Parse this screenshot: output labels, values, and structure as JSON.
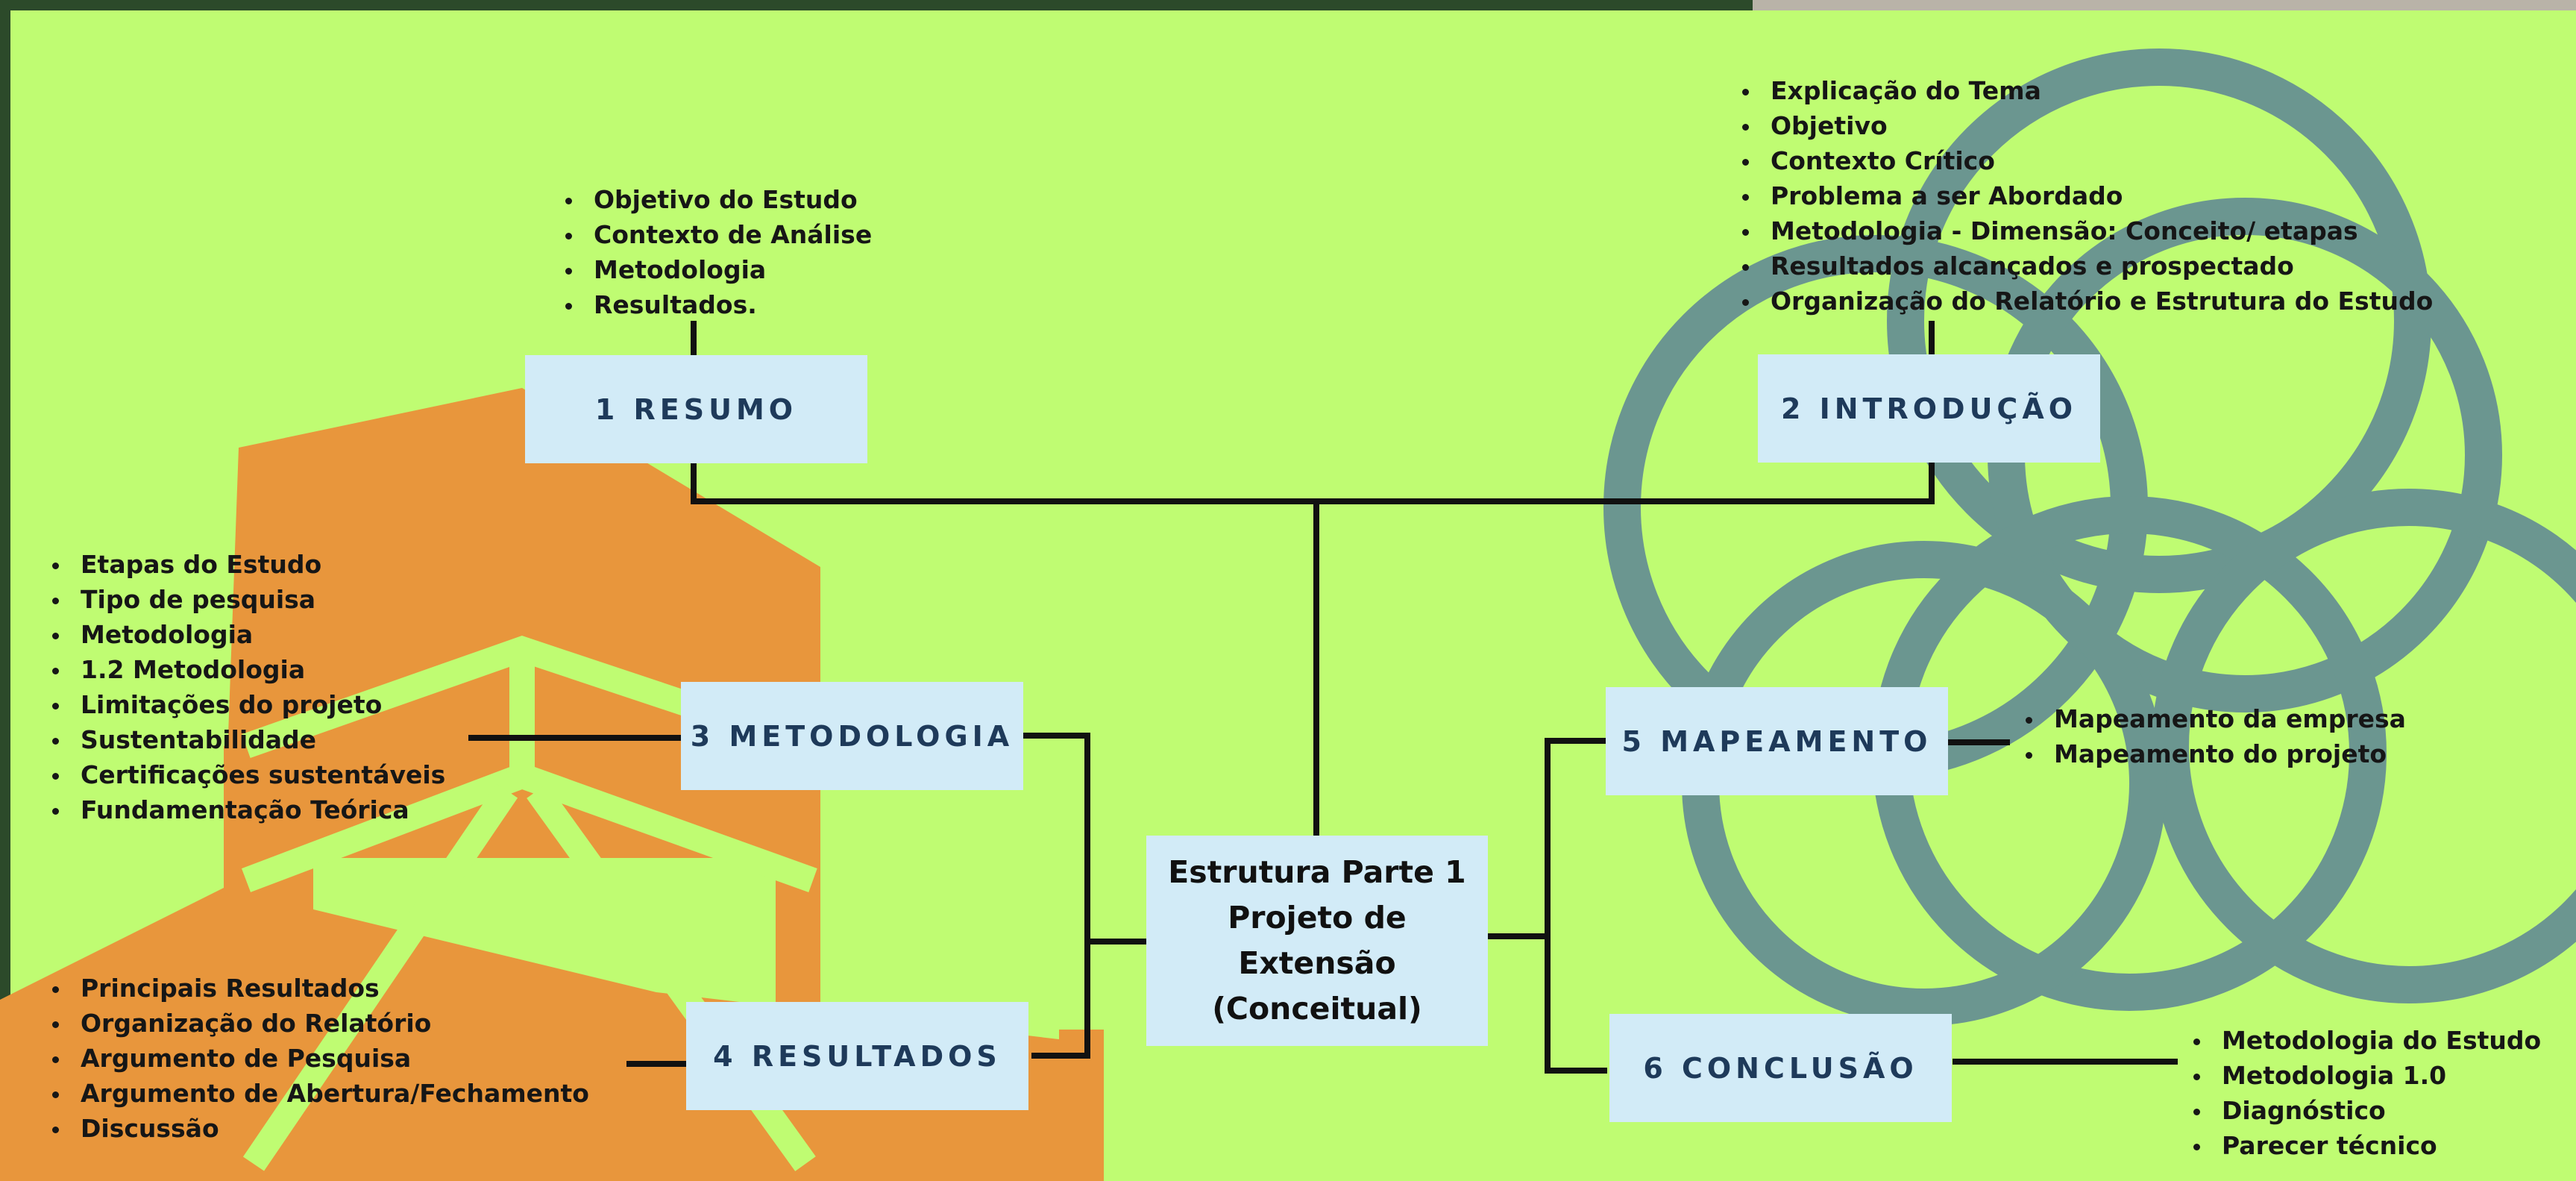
{
  "colors": {
    "background": "#bffc72",
    "frame": "#2c4a2a",
    "orange_shape": "#e8963c",
    "teal_rings": "#6b9690",
    "node_fill": "#d2ebf7",
    "node_text": "#1e3a5a",
    "connector": "#111111"
  },
  "center": {
    "lines": [
      "Estrutura Parte 1",
      "Projeto de",
      "Extensão",
      "(Conceitual)"
    ]
  },
  "sections": [
    {
      "id": "resumo",
      "label": "1 RESUMO",
      "bullets": [
        "Objetivo do Estudo",
        "Contexto de Análise",
        "Metodologia",
        "Resultados."
      ]
    },
    {
      "id": "introducao",
      "label": "2 INTRODUÇÃO",
      "bullets": [
        "Explicação do Tema",
        "Objetivo",
        "Contexto Crítico",
        "Problema a ser Abordado",
        "Metodologia - Dimensão: Conceito/ etapas",
        "Resultados alcançados e prospectado",
        "Organização do Relatório e Estrutura do Estudo"
      ]
    },
    {
      "id": "metodologia",
      "label": "3 METODOLOGIA",
      "bullets": [
        "Etapas do Estudo",
        "Tipo de pesquisa",
        "Metodologia",
        "1.2 Metodologia",
        "Limitações do projeto",
        "Sustentabilidade",
        "Certificações sustentáveis",
        "Fundamentação Teórica"
      ]
    },
    {
      "id": "resultados",
      "label": "4 RESULTADOS",
      "bullets": [
        "Principais Resultados",
        "Organização do Relatório",
        "Argumento de Pesquisa",
        "Argumento de Abertura/Fechamento",
        "Discussão"
      ]
    },
    {
      "id": "mapeamento",
      "label": "5 MAPEAMENTO",
      "bullets": [
        "Mapeamento da empresa",
        "Mapeamento do projeto"
      ]
    },
    {
      "id": "conclusao",
      "label": "6 CONCLUSÃO",
      "bullets": [
        "Metodologia do Estudo",
        "Metodologia 1.0",
        "Diagnóstico",
        "Parecer técnico"
      ]
    }
  ]
}
